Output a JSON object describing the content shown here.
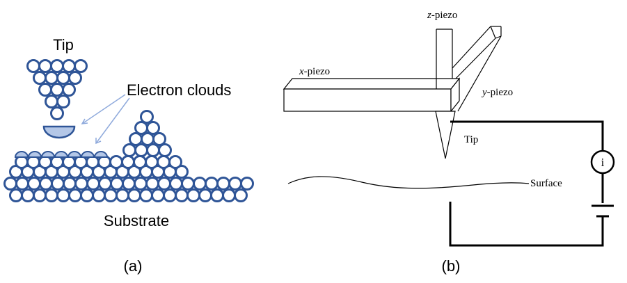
{
  "panel_a": {
    "caption": "(a)",
    "tip_label": "Tip",
    "cloud_label": "Electron clouds",
    "substrate_label": "Substrate"
  },
  "panel_b": {
    "caption": "(b)",
    "z_piezo": {
      "var": "z",
      "suffix": "-piezo"
    },
    "x_piezo": {
      "var": "x",
      "suffix": "-piezo"
    },
    "y_piezo": {
      "var": "y",
      "suffix": "-piezo"
    },
    "tip_label": "Tip",
    "surface_label": "Surface",
    "meter_label": "i"
  },
  "colors": {
    "atom_stroke": "#2f5597",
    "cloud_fill": "#b4c7e7",
    "arrow": "#8faadc",
    "line": "#000000"
  }
}
